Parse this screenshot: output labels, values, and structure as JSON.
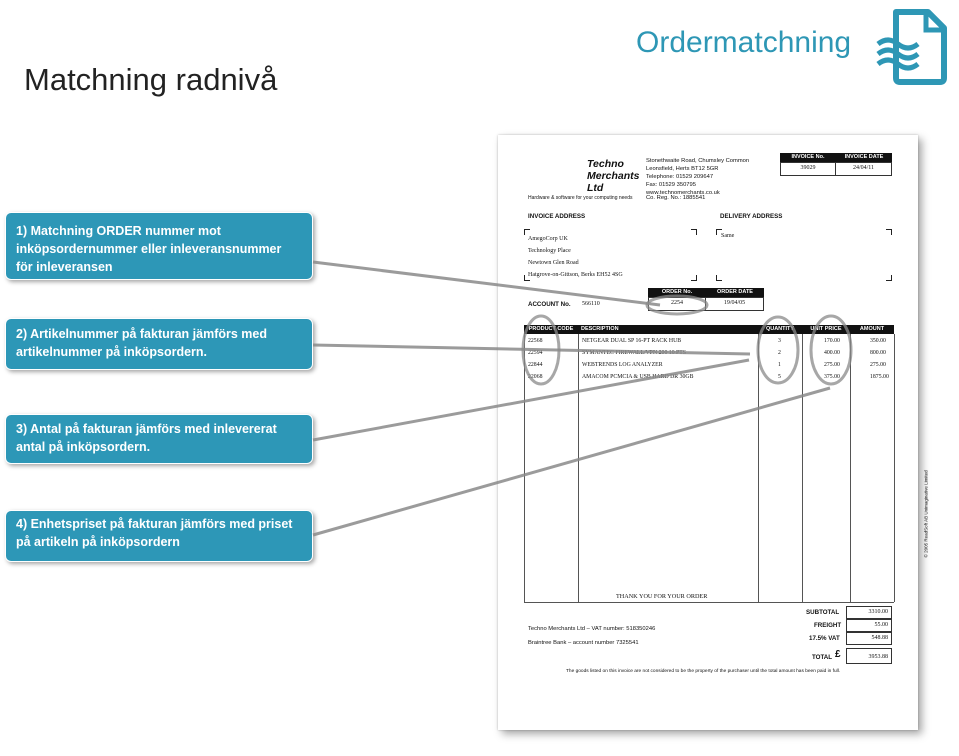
{
  "title": "Matchning radnivå",
  "brand": "Ordermatchning",
  "callouts": [
    {
      "lines": [
        "1) Matchning  ORDER nummer  mot",
        "inköpsordernummer eller inleveransnummer",
        "för inleveransen"
      ]
    },
    {
      "lines": [
        "2) Artikelnummer på fakturan jämförs med",
        "artikelnummer på inköpsordern."
      ]
    },
    {
      "lines": [
        "3) Antal på fakturan jämförs med inlevererat",
        "antal på inköpsordern."
      ]
    },
    {
      "lines": [
        "4) Enhetspriset på fakturan jämförs med priset",
        "på artikeln på inköpsordern"
      ]
    }
  ],
  "invoice": {
    "company": [
      "Techno",
      "Merchants",
      "Ltd"
    ],
    "tagline": "Hardware & software for your computing needs",
    "address": [
      "Stonethwaite Road, Chumsley Common",
      "Leonsfield, Herts BT12 5GR",
      "Telephone: 01529 209647",
      "Fax: 01529 350795",
      "www.technomerchants.co.uk"
    ],
    "reg": "Co. Reg. No.: 1885541",
    "invoice_no_label": "INVOICE No.",
    "invoice_date_label": "INVOICE DATE",
    "invoice_no": "39029",
    "invoice_date": "24/04/11",
    "invoice_address_label": "INVOICE ADDRESS",
    "delivery_address_label": "DELIVERY ADDRESS",
    "invoice_address": [
      "AmegoCorp UK",
      "Technology Place",
      "Newtown Glen Road",
      "Hatgrove-on-Gittson, Berks EH52 4SG"
    ],
    "delivery_address": "Same",
    "order_no_label": "ORDER No.",
    "order_date_label": "ORDER DATE",
    "account_label": "ACCOUNT No.",
    "account_no": "566110",
    "order_no": "2254",
    "order_date": "19/04/05",
    "columns": [
      "PRODUCT CODE",
      "DESCRIPTION",
      "QUANTITY",
      "UNIT PRICE",
      "AMOUNT"
    ],
    "rows": [
      {
        "code": "22568",
        "desc": "NETGEAR DUAL SP 16-PT RACK HUB",
        "qty": "3",
        "price": "170.00",
        "amount": "350.00"
      },
      {
        "code": "22594",
        "desc": "SYMANTEC FIREWALL/VPN 200 10 PTS",
        "qty": "2",
        "price": "400.00",
        "amount": "800.00"
      },
      {
        "code": "22844",
        "desc": "WEBTRENDS LOG ANALYZER",
        "qty": "1",
        "price": "275.00",
        "amount": "275.00"
      },
      {
        "code": "22068",
        "desc": "AMACOM PCMCIA & USB HARD DR 30GB",
        "qty": "5",
        "price": "375.00",
        "amount": "1875.00"
      }
    ],
    "side_text": "© 2005 ReadSoft AB Unimaginative Limited",
    "thank_you": "THANK YOU FOR YOUR ORDER",
    "vat_line": "Techno Merchants Ltd – VAT number: 518350246",
    "bank_line": "Braintree Bank – account number 7325541",
    "subtotal_label": "SUBTOTAL",
    "subtotal": "3310.00",
    "freight_label": "FREIGHT",
    "freight": "55.00",
    "vat_label": "17.5% VAT",
    "vat": "548.88",
    "total_label": "TOTAL",
    "currency": "£",
    "total": "3953.88",
    "footer": "The goods listed on this invoice are not considered to be the property of the purchaser until the total amount has been paid in full."
  }
}
